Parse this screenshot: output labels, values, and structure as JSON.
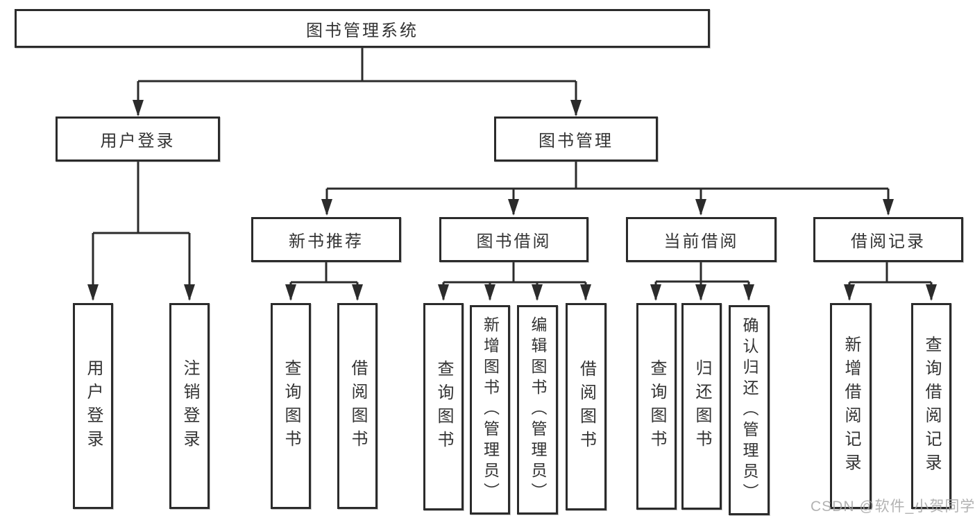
{
  "diagram": {
    "title": "图书管理系统",
    "level2": [
      {
        "id": "user-login",
        "label": "用户登录"
      },
      {
        "id": "book-management",
        "label": "图书管理"
      }
    ],
    "level3": [
      {
        "id": "new-book-recommend",
        "label": "新书推荐",
        "parent": "book-management"
      },
      {
        "id": "book-borrowing",
        "label": "图书借阅",
        "parent": "book-management"
      },
      {
        "id": "current-borrowing",
        "label": "当前借阅",
        "parent": "book-management"
      },
      {
        "id": "borrowing-records",
        "label": "借阅记录",
        "parent": "book-management"
      }
    ],
    "level4": [
      {
        "id": "user-login-action",
        "label": "用户登录",
        "parent": "user-login"
      },
      {
        "id": "logout-action",
        "label": "注销登录",
        "parent": "user-login"
      },
      {
        "id": "query-books-recommend",
        "label": "查询图书",
        "parent": "new-book-recommend"
      },
      {
        "id": "borrow-books-recommend",
        "label": "借阅图书",
        "parent": "new-book-recommend"
      },
      {
        "id": "query-books-borrowing",
        "label": "查询图书",
        "parent": "book-borrowing"
      },
      {
        "id": "add-books-admin",
        "label": "新增图书（管理员）",
        "parent": "book-borrowing"
      },
      {
        "id": "edit-books-admin",
        "label": "编辑图书（管理员）",
        "parent": "book-borrowing"
      },
      {
        "id": "borrow-books-borrowing",
        "label": "借阅图书",
        "parent": "book-borrowing"
      },
      {
        "id": "query-books-current",
        "label": "查询图书",
        "parent": "current-borrowing"
      },
      {
        "id": "return-books",
        "label": "归还图书",
        "parent": "current-borrowing"
      },
      {
        "id": "confirm-return-admin",
        "label": "确认归还（管理员）",
        "parent": "current-borrowing"
      },
      {
        "id": "add-borrow-record",
        "label": "新增借阅记录",
        "parent": "borrowing-records"
      },
      {
        "id": "query-borrow-record",
        "label": "查询借阅记录",
        "parent": "borrowing-records"
      }
    ],
    "colors": {
      "line": "#2b2b2b",
      "text": "#333333",
      "background": "#ffffff"
    }
  },
  "watermark": {
    "text": "CSDN @软件_小贺同学",
    "color": "#a5a5a5"
  }
}
